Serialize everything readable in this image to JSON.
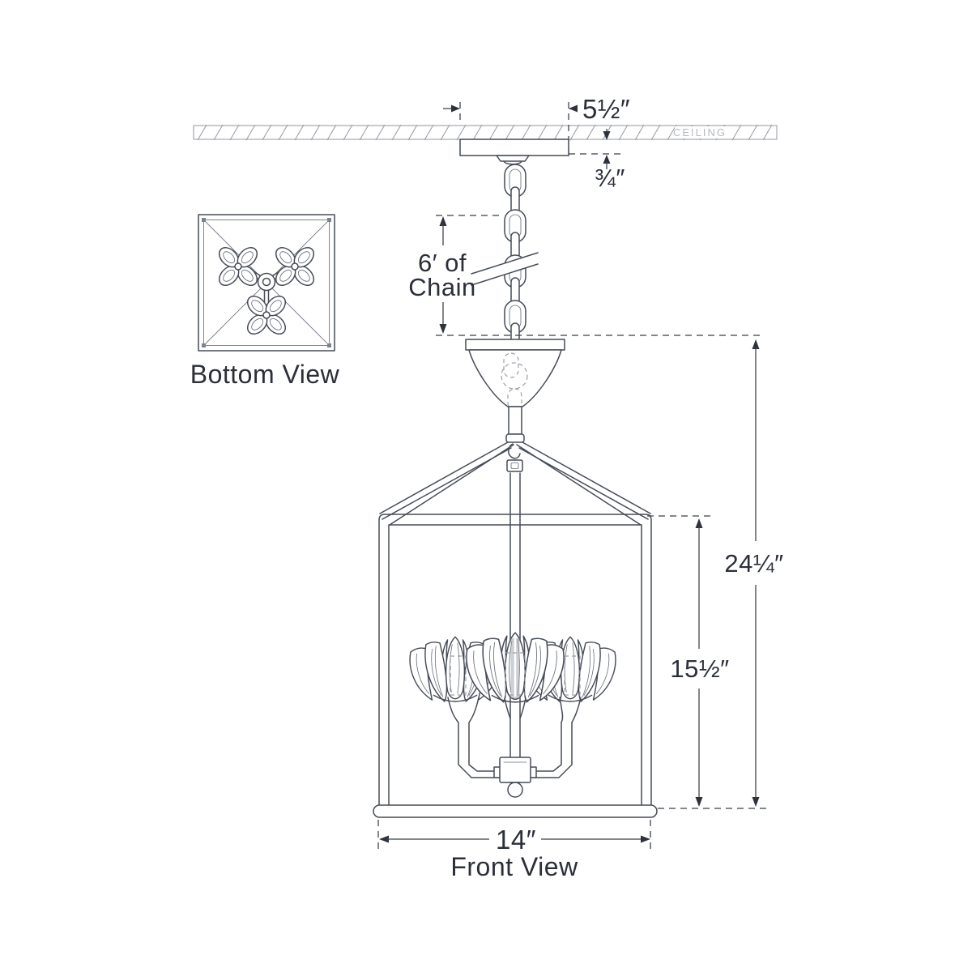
{
  "drawing": {
    "ceiling_label": "CEILING",
    "views": {
      "front_caption": "Front View",
      "bottom_caption": "Bottom View"
    },
    "dimensions": {
      "canopy_width": "5½″",
      "canopy_plate_drop": "¾″",
      "chain_length_line1": "6′ of",
      "chain_length_line2": "Chain",
      "overall_height": "24¼″",
      "lantern_height": "15½″",
      "lantern_width": "14″"
    }
  },
  "colors": {
    "line": "#464c57",
    "dim_line": "#3a3f49",
    "text": "#2b2f38",
    "light_line": "#9aa0a8",
    "ceiling_text": "#b6bac1",
    "background": "#ffffff"
  }
}
